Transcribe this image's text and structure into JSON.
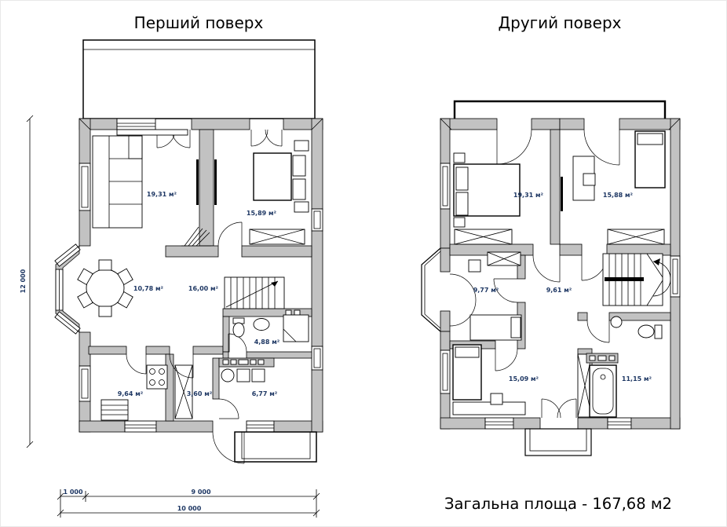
{
  "floor1": {
    "title": "Перший поверх",
    "rooms": {
      "living": "19,31 м²",
      "bedroom": "15,89 м²",
      "dining": "10,78 м²",
      "hall": "16,00 м²",
      "bathroom": "4,88 м²",
      "kitchen": "9,64 м²",
      "hallway": "3,60 м²",
      "utility": "6,77 м²"
    }
  },
  "floor2": {
    "title": "Другий поверх",
    "rooms": {
      "bedroom1": "19,31 м²",
      "bedroom2": "15,88 м²",
      "dressing": "9,77 м²",
      "hall": "9,61 м²",
      "bedroom3": "15,09 м²",
      "bathroom": "11,15 м²"
    }
  },
  "dimensions": {
    "height": "12 000",
    "bay": "1 000",
    "main": "9 000",
    "total": "10 000"
  },
  "summary": {
    "total_area": "Загальна площа - 167,68 м2"
  },
  "colors": {
    "wall_fill": "#c2c2c2",
    "outline": "#000000",
    "label_text": "#1f3864"
  }
}
